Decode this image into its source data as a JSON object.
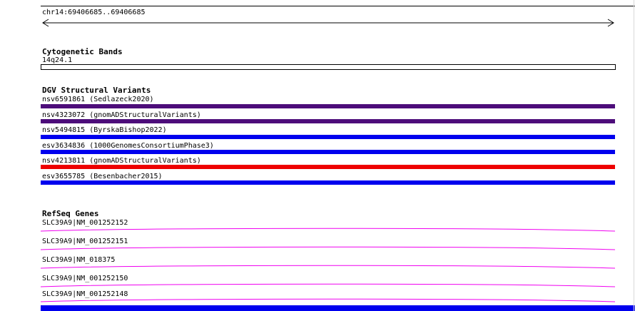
{
  "header": {
    "region": "chr14:69406685..69406685"
  },
  "cytobands": {
    "title": "Cytogenetic Bands",
    "band": "14q24.1"
  },
  "dgv": {
    "title": "DGV Structural Variants",
    "tracks": [
      {
        "label": "nsv6591861 (Sedlazeck2020)",
        "color": "#4D0D7A"
      },
      {
        "label": "nsv4323072 (gnomADStructuralVariants)",
        "color": "#4D0D7A"
      },
      {
        "label": "nsv5494815 (ByrskaBishop2022)",
        "color": "#0000EE"
      },
      {
        "label": "esv3634836 (1000GenomesConsortiumPhase3)",
        "color": "#0000EE"
      },
      {
        "label": "nsv4213811 (gnomADStructuralVariants)",
        "color": "#EE0000"
      },
      {
        "label": "esv3655785 (Besenbacher2015)",
        "color": "#0000EE"
      }
    ]
  },
  "refseq": {
    "title": "RefSeq Genes",
    "genes": [
      {
        "label": "SLC39A9|NM_001252152",
        "color": "#F000F0"
      },
      {
        "label": "SLC39A9|NM_001252151",
        "color": "#F000F0"
      },
      {
        "label": "SLC39A9|NM_018375",
        "color": "#F000F0"
      },
      {
        "label": "SLC39A9|NM_001252150",
        "color": "#F000F0"
      },
      {
        "label": "SLC39A9|NM_001252148",
        "color": "#F000F0"
      }
    ]
  },
  "footer": {
    "color": "#0000EE"
  }
}
